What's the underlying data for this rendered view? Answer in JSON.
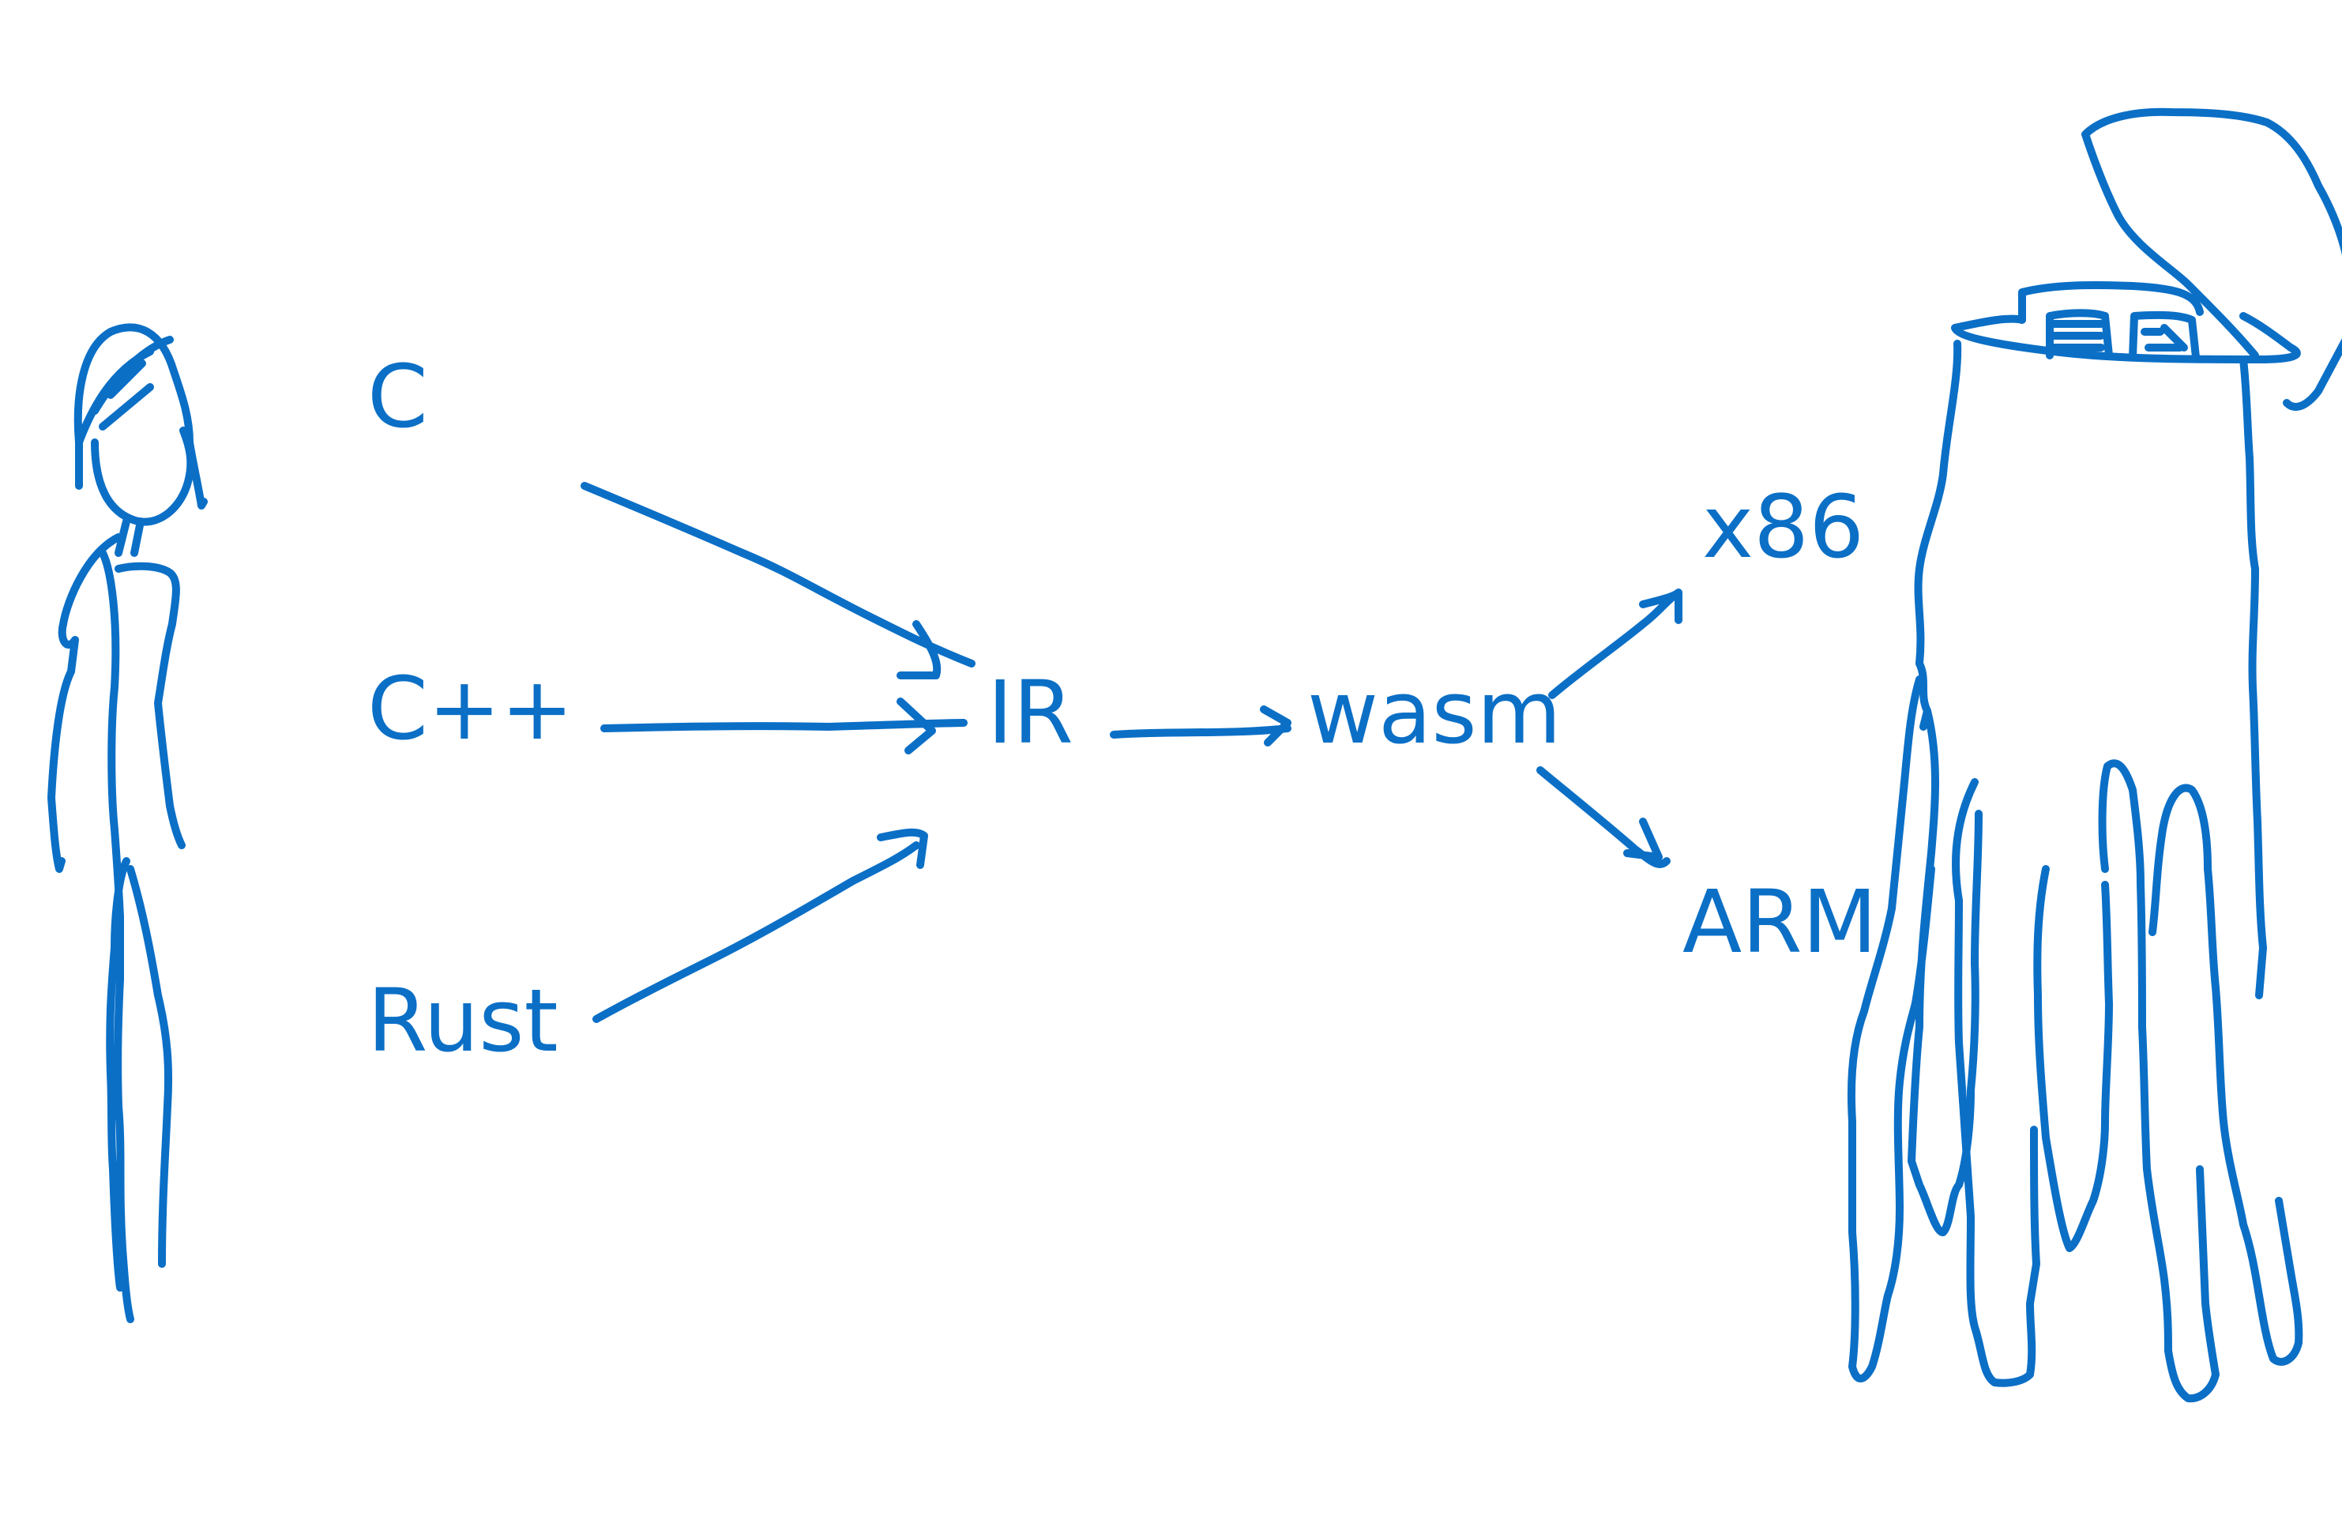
{
  "diagram": {
    "sources": [
      {
        "label": "C"
      },
      {
        "label": "C++"
      },
      {
        "label": "Rust"
      }
    ],
    "intermediate": {
      "label": "IR"
    },
    "wasm": {
      "label": "wasm"
    },
    "targets": [
      {
        "label": "x86"
      },
      {
        "label": "ARM"
      }
    ],
    "colors": {
      "ink": "#0b6fc6",
      "background": "#ffffff"
    },
    "figures": {
      "left": "person-figure",
      "right": "octopus-figure"
    }
  }
}
